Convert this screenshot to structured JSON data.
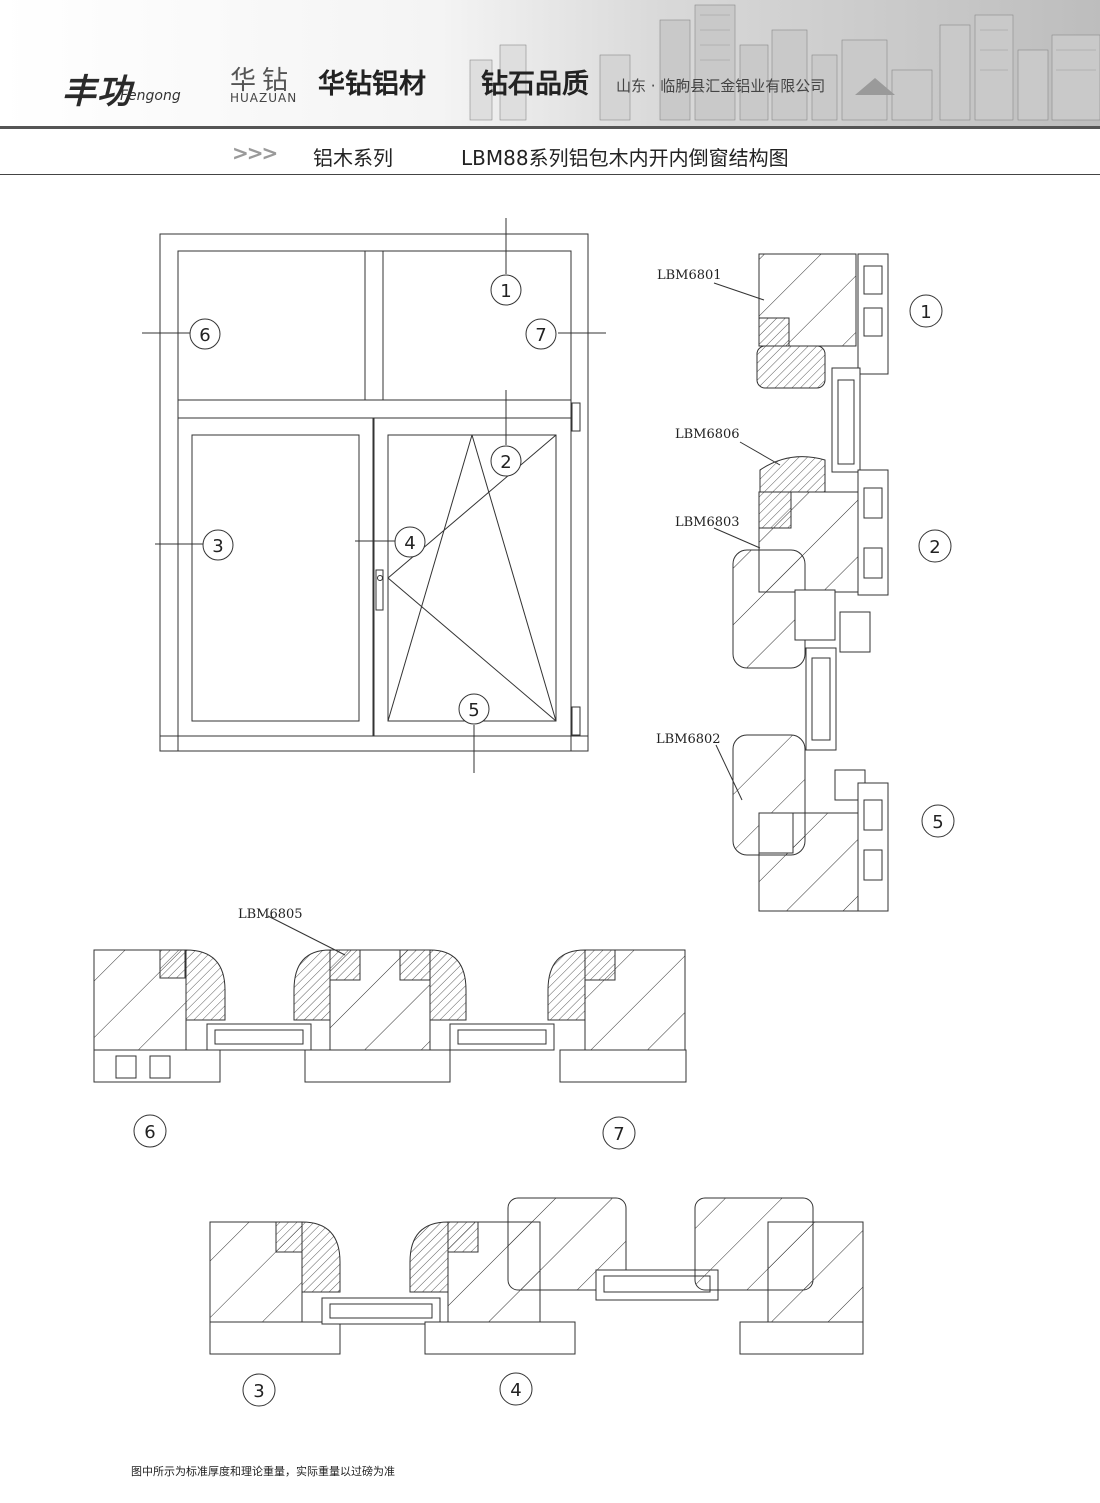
{
  "header": {
    "logo_text": "丰功",
    "logo_sub": "Fengong",
    "brand_cn": "华钻",
    "brand_en": "HUAZUAN",
    "slogan_1": "华钻铝材",
    "slogan_2": "钻石品质",
    "company": "山东 · 临朐县汇金铝业有限公司"
  },
  "subheader": {
    "chevrons": ">>>",
    "series": "铝木系列",
    "title": "LBM88系列铝包木内开内倒窗结构图"
  },
  "elevation": {
    "callouts": [
      "1",
      "2",
      "3",
      "4",
      "5",
      "6",
      "7"
    ]
  },
  "vertical_section": {
    "profiles": [
      "LBM6801",
      "LBM6806",
      "LBM6803",
      "LBM6802"
    ],
    "callouts": [
      "1",
      "2",
      "5"
    ]
  },
  "horizontal_section_a": {
    "profile": "LBM6805",
    "callouts": [
      "6",
      "7"
    ]
  },
  "horizontal_section_b": {
    "callouts": [
      "3",
      "4"
    ]
  },
  "footer": {
    "note": "图中所示为标准厚度和理论重量，实际重量以过磅为准"
  }
}
